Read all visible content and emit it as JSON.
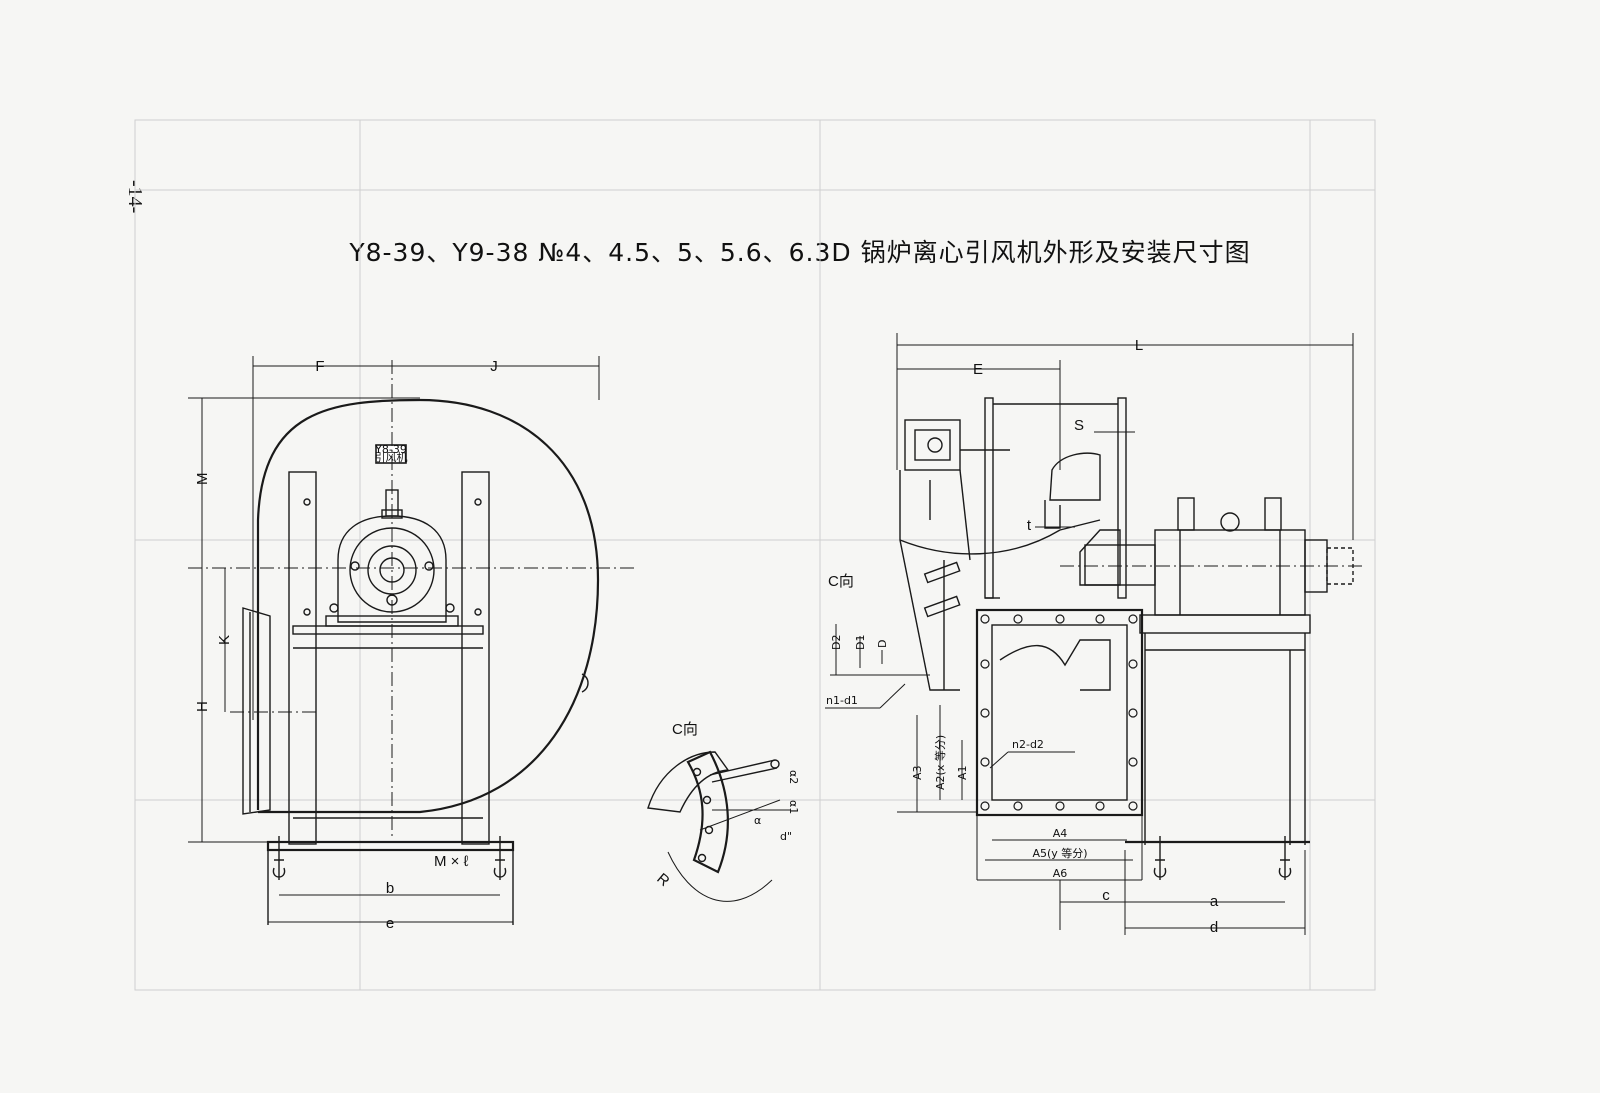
{
  "page_number": "-14-",
  "title": "Y8-39、Y9-38 №4、4.5、5、5.6、6.3D 锅炉离心引风机外形及安装尺寸图",
  "badge": [
    "Y8-39",
    "引风机"
  ],
  "labels": {
    "F": "F",
    "J": "J",
    "M": "M",
    "K": "K",
    "H": "H",
    "Mxl": "M × ℓ",
    "b": "b",
    "e": "e",
    "L": "L",
    "E": "E",
    "S": "S",
    "t": "t",
    "C_view": "C向",
    "C_view_detail": "C向",
    "D2": "D2",
    "D1": "D1",
    "D": "D",
    "n1d1": "n1-d1",
    "A3": "A3",
    "A2": "A2(x 等分)",
    "A1": "A1",
    "n2d2": "n2-d2",
    "A4": "A4",
    "A5": "A5(y 等分)",
    "A6": "A6",
    "c": "c",
    "a": "a",
    "d": "d",
    "R": "R",
    "alpha": "α",
    "alpha1": "α1",
    "alpha2": "α2",
    "d_prime": "d\""
  }
}
